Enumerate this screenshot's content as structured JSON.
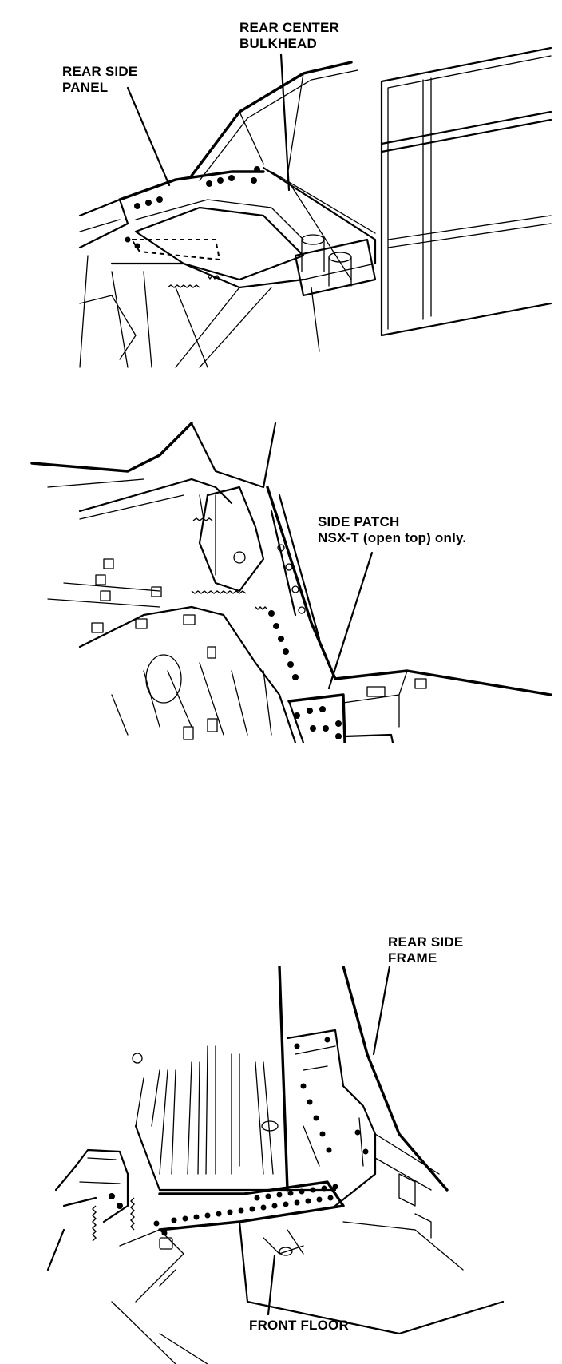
{
  "figures": [
    {
      "id": "rear-bulkhead-view",
      "labels": [
        {
          "id": "rear-center-bulkhead",
          "lines": [
            "REAR CENTER",
            "BULKHEAD"
          ]
        },
        {
          "id": "rear-side-panel",
          "lines": [
            "REAR SIDE",
            "PANEL"
          ]
        }
      ]
    },
    {
      "id": "side-patch-view",
      "labels": [
        {
          "id": "side-patch",
          "lines": [
            "SIDE PATCH",
            "NSX-T (open top) only."
          ]
        }
      ]
    },
    {
      "id": "front-floor-view",
      "labels": [
        {
          "id": "rear-side-frame",
          "lines": [
            "REAR SIDE",
            "FRAME"
          ]
        },
        {
          "id": "front-floor",
          "lines": [
            "FRONT FLOOR"
          ]
        }
      ]
    }
  ]
}
